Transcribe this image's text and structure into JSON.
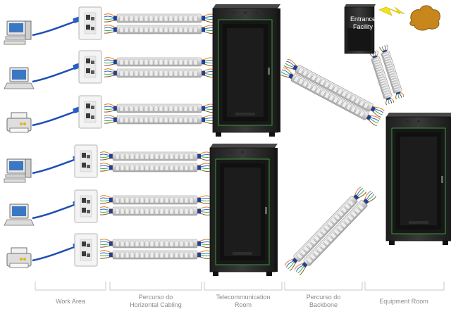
{
  "captions": {
    "work_area": "Work Area",
    "horizontal_line1": "Percurso do",
    "horizontal_line2": "Horizontal Cabling",
    "telecom_line1": "Telecommunication",
    "telecom_line2": "Room",
    "backbone_line1": "Percurso do",
    "backbone_line2": "Backbone",
    "equipment_room": "Equipment Room"
  },
  "entrance_facility": {
    "line1": "Entrance",
    "line2": "Facility"
  },
  "devices": [
    {
      "icon": "desktop-computer-icon"
    },
    {
      "icon": "laptop-icon"
    },
    {
      "icon": "printer-icon"
    },
    {
      "icon": "desktop-computer-icon"
    },
    {
      "icon": "laptop-icon"
    },
    {
      "icon": "printer-icon"
    }
  ],
  "colors": {
    "cabinet": "#2b2b2b",
    "cabinet_edge": "#3c9a3c",
    "patch_cable": "#1f4fb3",
    "panel": "#d9d9d9",
    "lightning": "#f2e21a",
    "cloud": "#c8871c",
    "caption": "#8a8a8a"
  }
}
